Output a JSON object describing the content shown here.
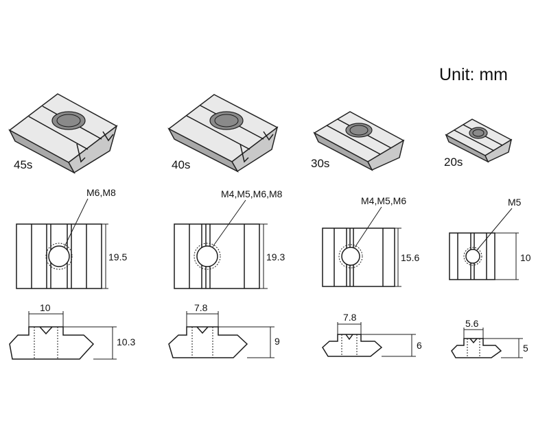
{
  "unit_label": "Unit: mm",
  "nuts": [
    {
      "size_label": "45s",
      "thread_label": "M6,M8",
      "height_label": "19.5",
      "width_label": "10",
      "depth_label": "10.3"
    },
    {
      "size_label": "40s",
      "thread_label": "M4,M5,M6,M8",
      "height_label": "19.3",
      "width_label": "7.8",
      "depth_label": "9"
    },
    {
      "size_label": "30s",
      "thread_label": "M4,M5,M6",
      "height_label": "15.6",
      "width_label": "7.8",
      "depth_label": "6"
    },
    {
      "size_label": "20s",
      "thread_label": "M5",
      "height_label": "10",
      "width_label": "5.6",
      "depth_label": "5"
    }
  ]
}
